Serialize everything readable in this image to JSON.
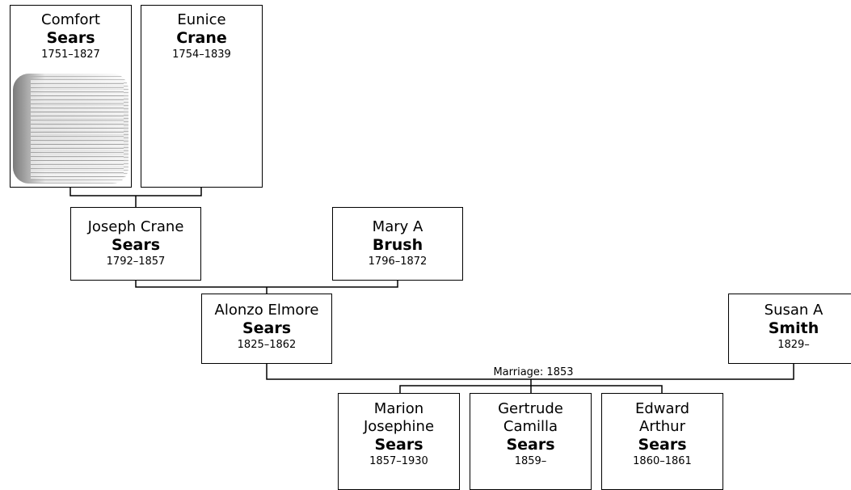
{
  "persons": {
    "comfort": {
      "given": "Comfort",
      "surname": "Sears",
      "years": "1751–1827"
    },
    "eunice": {
      "given": "Eunice",
      "surname": "Crane",
      "years": "1754–1839"
    },
    "joseph": {
      "given": "Joseph Crane",
      "surname": "Sears",
      "years": "1792–1857"
    },
    "mary": {
      "given": "Mary A",
      "surname": "Brush",
      "years": "1796–1872"
    },
    "alonzo": {
      "given": "Alonzo Elmore",
      "surname": "Sears",
      "years": "1825–1862"
    },
    "susan": {
      "given": "Susan A",
      "surname": "Smith",
      "years": "1829–"
    },
    "marion": {
      "given_1": "Marion",
      "given_2": "Josephine",
      "surname": "Sears",
      "years": "1857–1930"
    },
    "gertrude": {
      "given_1": "Gertrude",
      "given_2": "Camilla",
      "surname": "Sears",
      "years": "1859–"
    },
    "edward": {
      "given_1": "Edward",
      "given_2": "Arthur",
      "surname": "Sears",
      "years": "1860–1861"
    }
  },
  "marriage_label": "Marriage: 1853",
  "icons": {
    "comfort_photo": "document-scan-thumbnail"
  }
}
